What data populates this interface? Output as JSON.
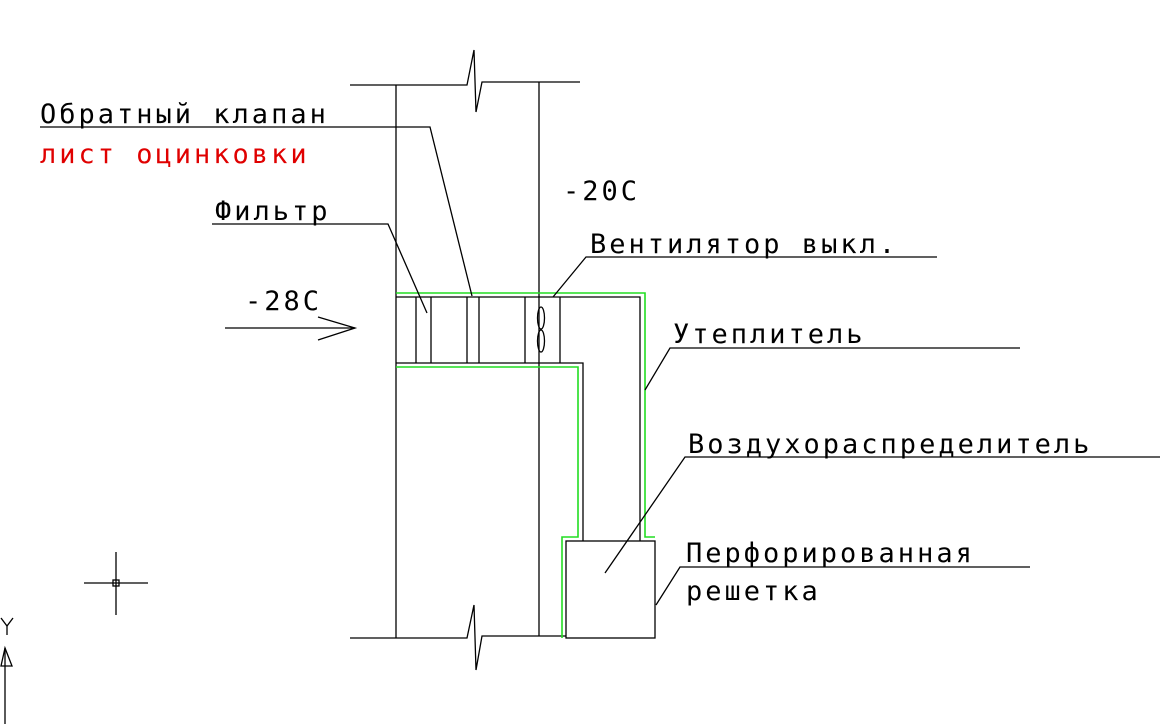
{
  "labels": {
    "check_valve": "Обратный клапан",
    "galvanized_sheet": "лист оцинковки",
    "filter": "Фильтр",
    "fan_off": "Вентилятор выкл.",
    "insulation": "Утеплитель",
    "air_distributor": "Воздухораспределитель",
    "perforated_1": "Перфорированная",
    "perforated_2": "решетка"
  },
  "temperatures": {
    "inside": "-20C",
    "outside": "-28C"
  },
  "ucs": {
    "y_axis": "Y"
  },
  "colors": {
    "lines": "#000000",
    "insulation": "#22dd22",
    "note": "#e00000"
  }
}
